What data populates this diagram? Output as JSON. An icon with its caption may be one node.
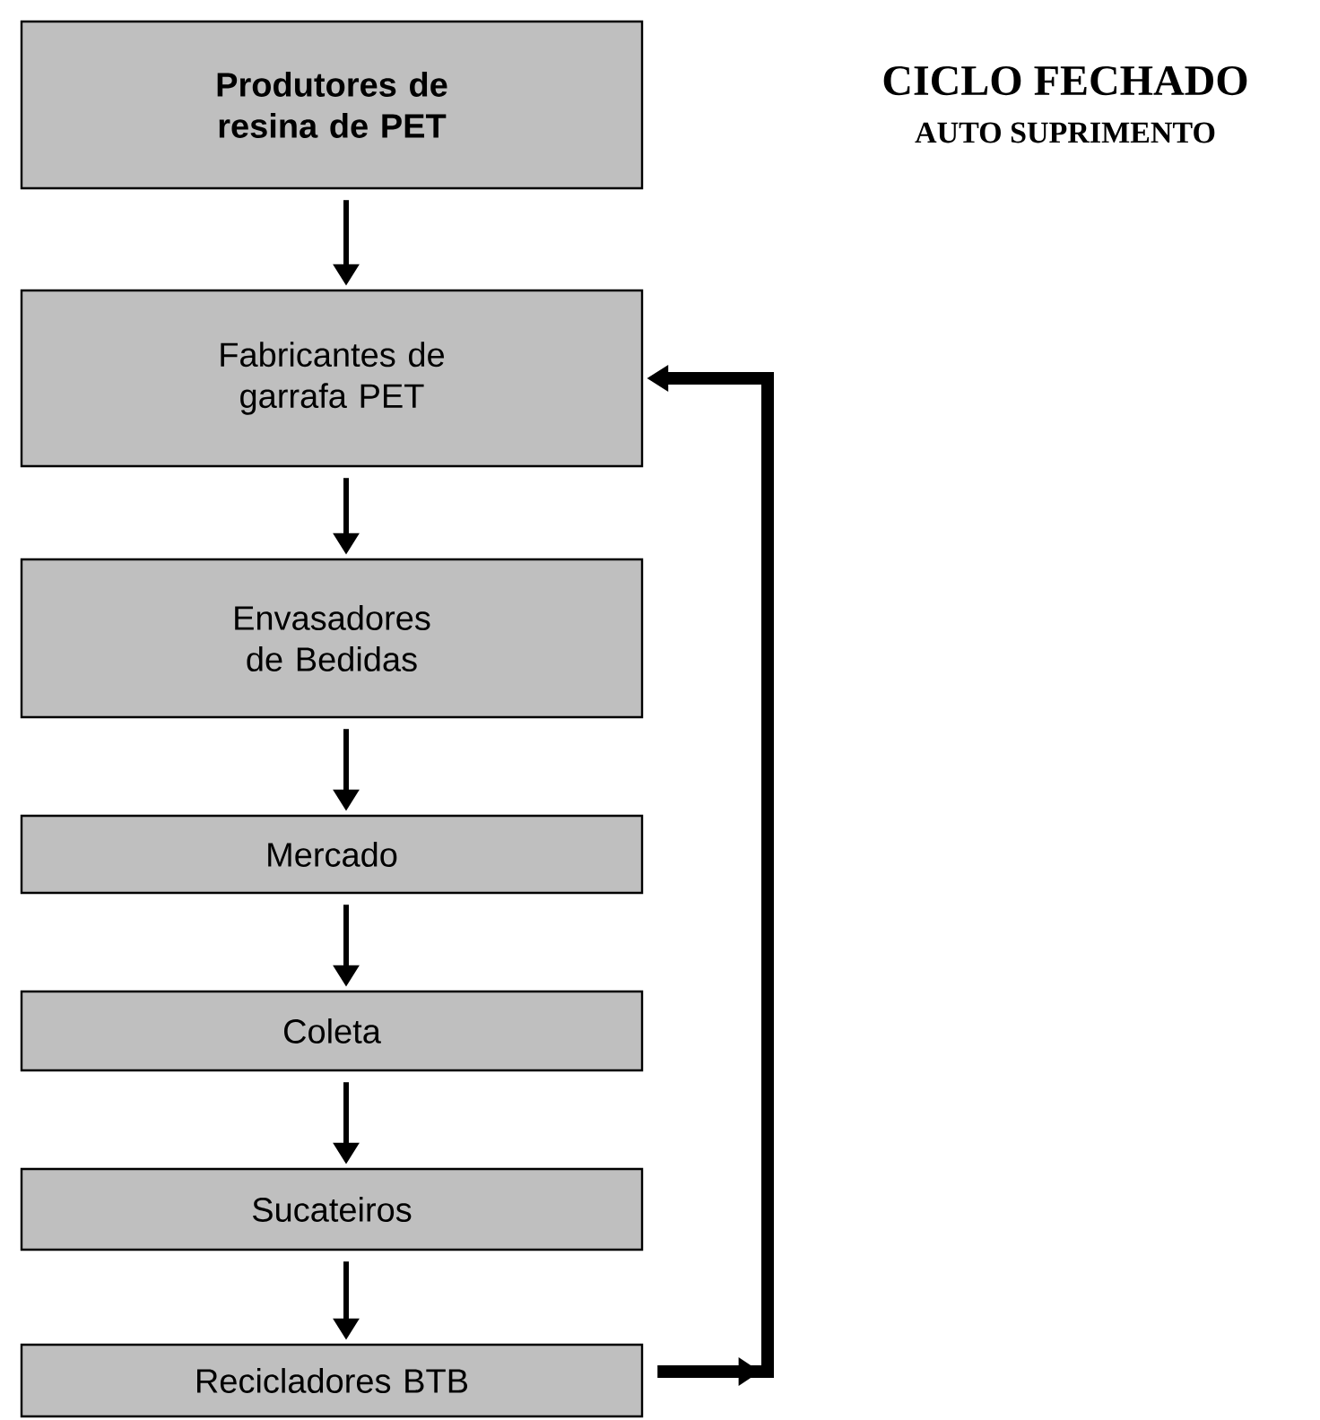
{
  "diagram": {
    "title": "CICLO FECHADO",
    "nodes": [
      {
        "text": [
          "Produtores de resina de PET"
        ]
      },
      {
        "text": [
          "Fabricantes de garrafa PET"
        ]
      },
      {
        "text": [
          "Envasadores de Bedidas"
        ]
      },
      {
        "text": [
          "Mercado"
        ]
      },
      {
        "text": [
          "Coleta"
        ]
      },
      {
        "text": [
          "Sucateiros"
        ]
      },
      {
        "text": [
          "Recicladores BTB"
        ]
      }
    ],
    "edges": [
      {
        "from": 0,
        "to": 1,
        "arrow": "to"
      },
      {
        "from": 1,
        "to": 2,
        "arrow": "to"
      },
      {
        "from": 2,
        "to": 3,
        "arrow": "to"
      },
      {
        "from": 3,
        "to": 4,
        "arrow": "to"
      },
      {
        "from": 4,
        "to": 5,
        "arrow": "to"
      },
      {
        "from": 5,
        "to": 6,
        "arrow": "to"
      },
      {
        "from": 6,
        "to": 1,
        "arrow": "to",
        "style": "thick"
      }
    ],
    "labels": [
      "AUTO SUPRIMENTO"
    ]
  }
}
